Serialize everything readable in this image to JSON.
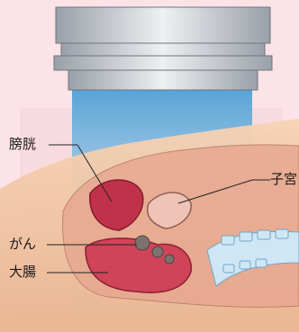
{
  "labels": {
    "bladder": "膀胱",
    "uterus": "子宮",
    "cancer": "がん",
    "large_intestine": "大腸"
  },
  "colors": {
    "background": "#fbe3e7",
    "skin": "#f3c9a6",
    "beam": "#4aa4d8",
    "machine": "#b8bcc2",
    "bladder": "#c1324a",
    "intestine": "#cf4458",
    "bone": "#cfe6f4",
    "leader_line": "#222222"
  }
}
